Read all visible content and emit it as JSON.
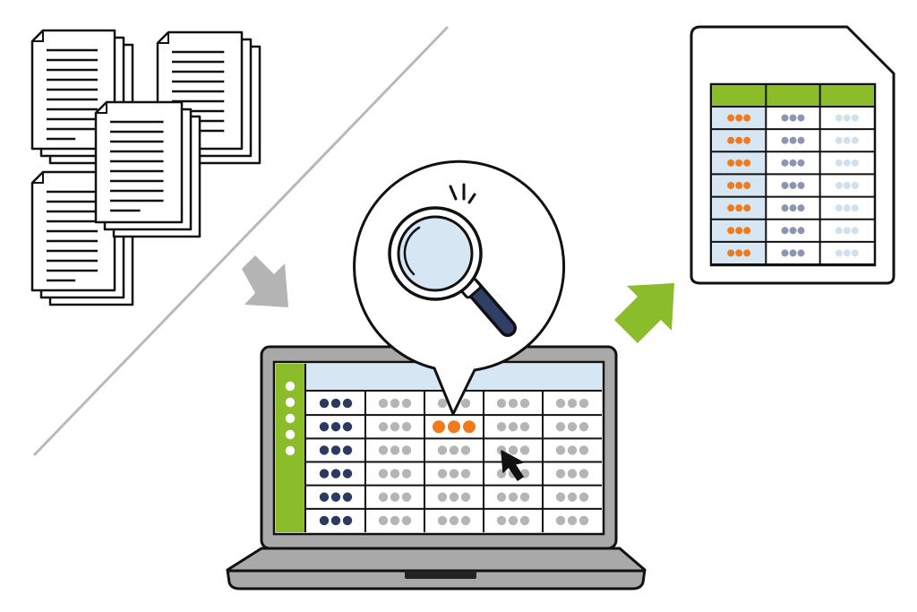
{
  "colors": {
    "outline": "#111111",
    "accent_green": "#8bbd2b",
    "header_blue": "#d6e7f3",
    "dot_navy": "#2b3a5e",
    "dot_orange": "#f07a1e",
    "dot_gray": "#b5b5b5",
    "dot_slate": "#8d95b5",
    "dot_pale": "#cfe0ef",
    "laptop_gray": "#a9a9a9",
    "arrow_gray": "#b4b4b4",
    "lens_blue": "#d6e7f3",
    "handle_navy": "#2f3f66"
  },
  "icons": {
    "documents": "paper-stack-icon",
    "magnifier": "magnifying-glass-icon",
    "cursor": "mouse-pointer-icon",
    "arrow_in": "arrow-down-right-icon",
    "arrow_out": "arrow-up-right-icon",
    "result_file": "spreadsheet-file-icon",
    "device": "laptop-icon"
  },
  "screen_table": {
    "rows": 6,
    "columns": 5,
    "highlight": {
      "row": 2,
      "column": 3
    }
  },
  "result_table": {
    "rows": 7,
    "columns": 3
  }
}
